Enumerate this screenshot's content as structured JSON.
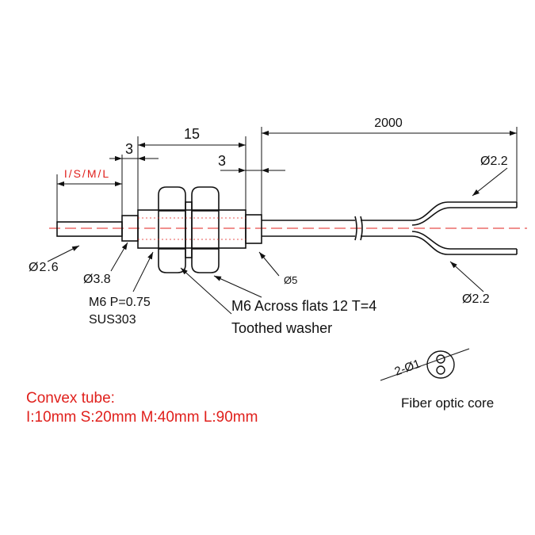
{
  "dimensions": {
    "cable_length": "2000",
    "body_length": "15",
    "left_offset": "3",
    "right_offset": "3",
    "tube_length_code": "I/S/M/L",
    "tube_diameter": "Ø2.6",
    "body_diameter": "Ø3.8",
    "cable_diameter": "Ø5",
    "split_top_diameter": "Ø2.2",
    "split_bottom_diameter": "Ø2.2",
    "fiber_spec": "2-Ø1"
  },
  "callouts": {
    "thread": "M6 P=0.75",
    "material": "SUS303",
    "nut": "M6 Across flats 12  T=4",
    "washer": "Toothed washer",
    "fiber_core": "Fiber optic core"
  },
  "convex_tube": {
    "title": "Convex tube:",
    "options": "I:10mm  S:20mm  M:40mm  L:90mm"
  },
  "colors": {
    "line": "#111111",
    "accent": "#e0201c",
    "centerline": "#e0201c"
  }
}
